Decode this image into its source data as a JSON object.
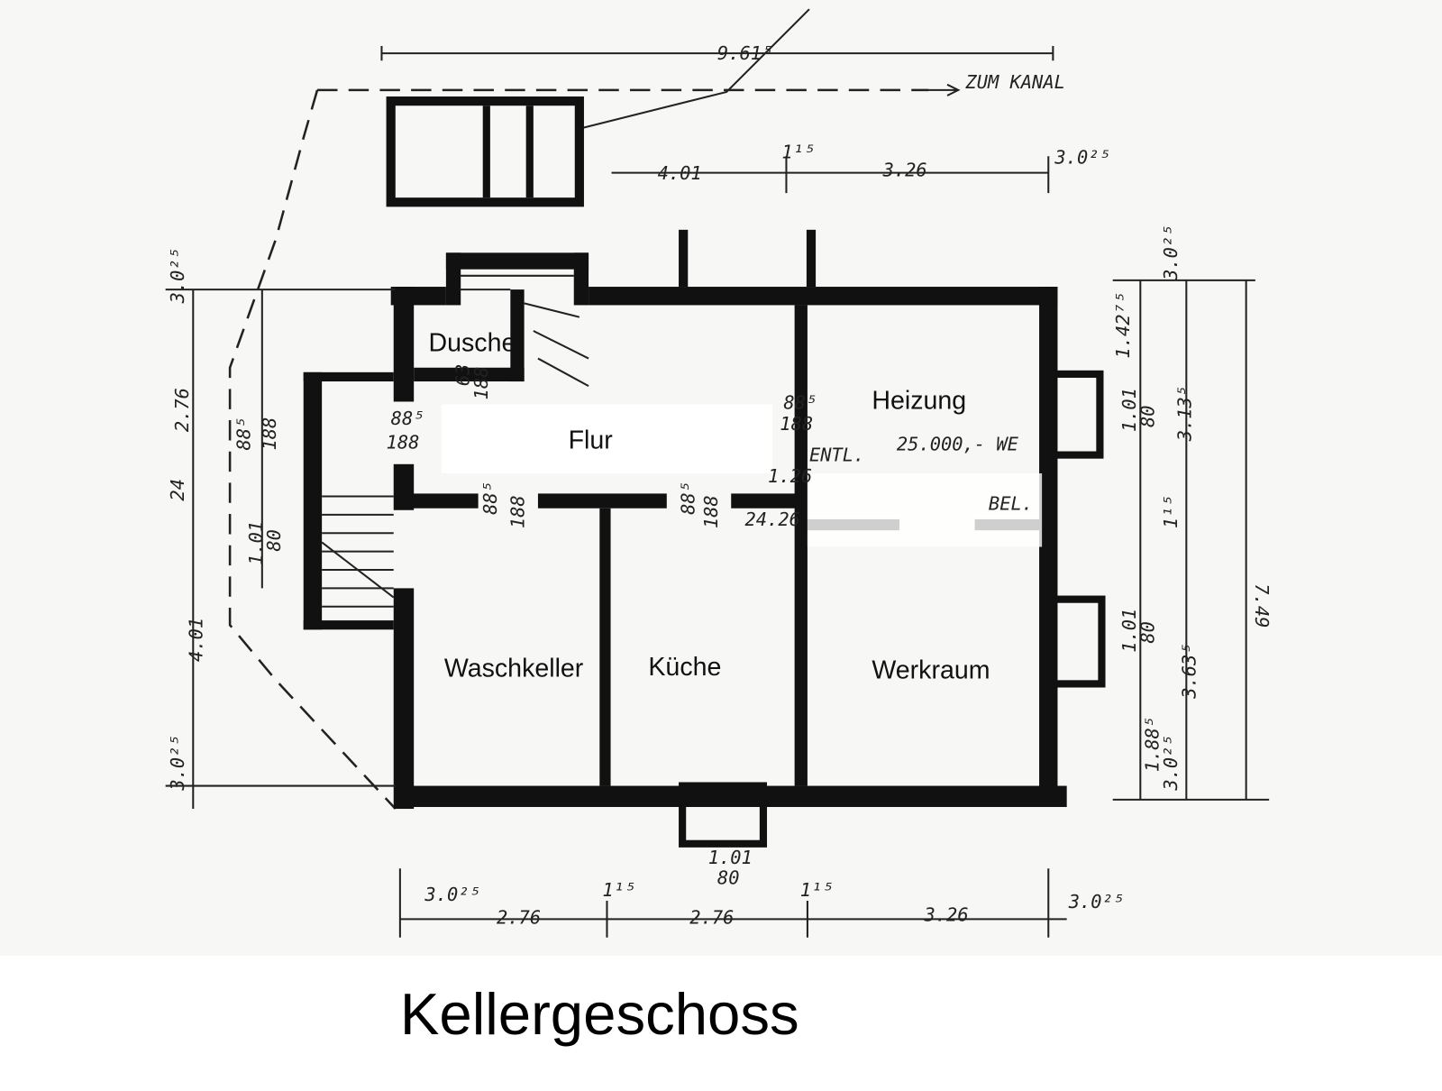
{
  "title": "Kellergeschoss",
  "rooms": {
    "dusche": "Dusche",
    "flur": "Flur",
    "heizung": "Heizung",
    "waschkeller": "Waschkeller",
    "kueche": "Küche",
    "werkraum": "Werkraum"
  },
  "annotations": {
    "zum_kanal": "ZUM KANAL",
    "total_top": "9.61⁵",
    "heating": "25.000,- WE",
    "entl": "ENTL.",
    "bel": "BEL."
  },
  "dimensions": {
    "top": [
      "4.01",
      "3.26",
      "3.0²⁵",
      "1¹⁵"
    ],
    "bottom": [
      "3.0²⁵",
      "2.76",
      "1¹⁵",
      "2.76",
      "1¹⁵",
      "3.26",
      "3.0²⁵",
      "1.01",
      "80"
    ],
    "left": [
      "3.0²⁵",
      "2.76",
      "24",
      "4.01",
      "3.0²⁵",
      "88⁵",
      "188",
      "1.01",
      "80"
    ],
    "right": [
      "3.0²⁵",
      "1.42⁷⁵",
      "1.01",
      "80",
      "3.13⁵",
      "1¹⁵",
      "1.01",
      "80",
      "3.63⁵",
      "1.88⁵",
      "3.0²⁵",
      "7.49"
    ],
    "doors": [
      "88⁵",
      "188",
      "88⁵",
      "188",
      "88⁵",
      "188",
      "88⁵",
      "188",
      "63",
      "188",
      "24.26",
      "1.26"
    ]
  },
  "colors": {
    "walls": "#111111",
    "paper": "#fafafa"
  }
}
